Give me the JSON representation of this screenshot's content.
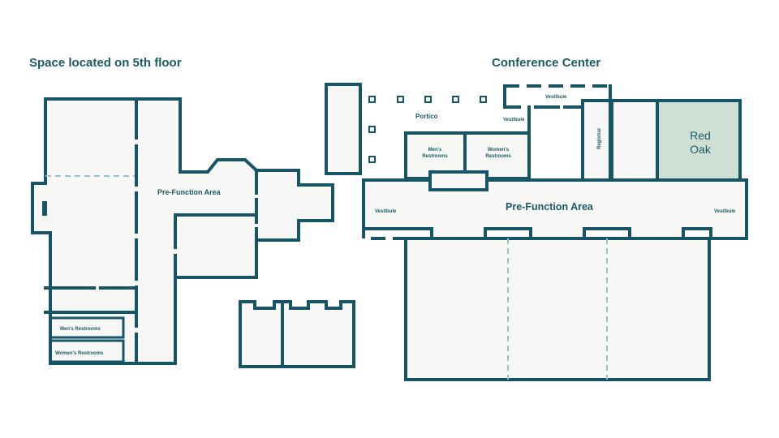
{
  "colors": {
    "wall": "#155565",
    "room_fill": "#f7f8f5",
    "highlight_fill": "#cfdfd6",
    "inner_dash": "#8fc4cc",
    "text": "#1b5a66"
  },
  "left_plan": {
    "heading": "Space located on 5th floor",
    "pre_function_label": "Pre-Function Area",
    "mens_restrooms": "Men's Restrooms",
    "womens_restrooms": "Women's Restrooms"
  },
  "right_plan": {
    "heading": "Conference Center",
    "portico": "Portico",
    "vestibule_top": "Vestibule",
    "vestibule_mid": "Vestibule",
    "vestibule_left": "Vestibule",
    "vestibule_right": "Vestibule",
    "mens_restrooms_line1": "Men's",
    "mens_restrooms_line2": "Restrooms",
    "womens_restrooms_line1": "Women's",
    "womens_restrooms_line2": "Restrooms",
    "registrar": "Registrar",
    "pre_function_label": "Pre-Function Area",
    "highlight_room_line1": "Red",
    "highlight_room_line2": "Oak"
  }
}
